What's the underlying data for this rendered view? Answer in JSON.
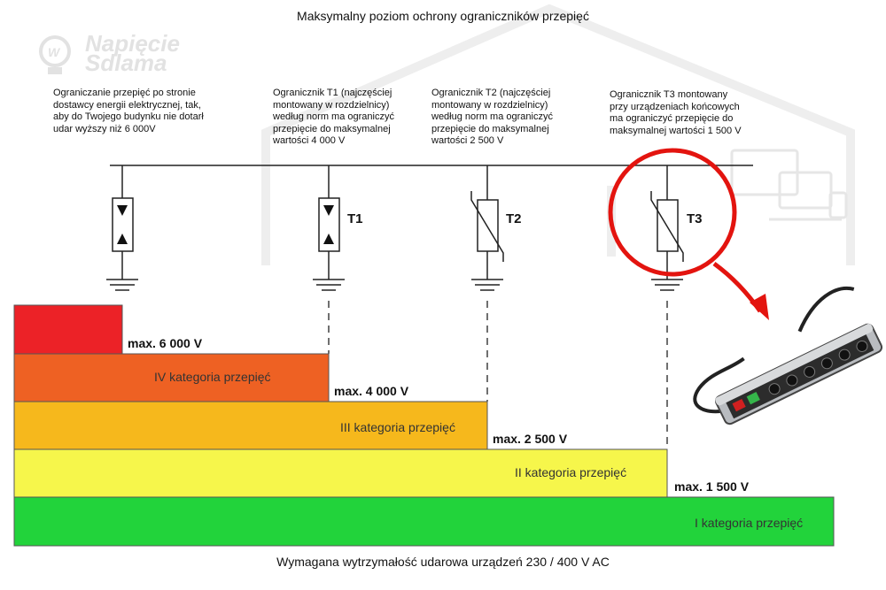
{
  "title": "Maksymalny poziom ochrony ograniczników przepięć",
  "footer": "Wymagana wytrzymałość udarowa urządzeń 230 / 400 V AC",
  "watermark": {
    "line1": "Napięcie",
    "line2": "Sdlama"
  },
  "notes": {
    "supplier": [
      "Ograniczanie przepięć po stronie",
      "dostawcy energii elektrycznej, tak,",
      "aby do Twojego budynku nie dotarł",
      "udar wyższy niż 6 000V"
    ],
    "t1": [
      "Ogranicznik T1 (najczęściej",
      "montowany w rozdzielnicy)",
      "według norm ma ograniczyć",
      "przepięcie do maksymalnej",
      "wartości 4 000 V"
    ],
    "t2": [
      "Ogranicznik T2 (najczęściej",
      "montowany w rozdzielnicy)",
      "według norm ma ograniczyć",
      "przepięcie do maksymalnej",
      "wartości 2 500 V"
    ],
    "t3": [
      "Ogranicznik T3 montowany",
      "przy urządzeniach końcowych",
      "ma ograniczyć przepięcie do",
      "maksymalnej wartości 1 500 V"
    ]
  },
  "devices": {
    "t1": "T1",
    "t2": "T2",
    "t3": "T3"
  },
  "levels": {
    "max6000": "max. 6 000 V",
    "max4000": "max. 4 000 V",
    "max2500": "max. 2 500 V",
    "max1500": "max. 1 500 V"
  },
  "categories": {
    "iv": "IV kategoria przepięć",
    "iii": "III kategoria przepięć",
    "ii": "II kategoria przepięć",
    "i": "I kategoria przepięć"
  },
  "colors": {
    "red": "#ec2227",
    "iv": "#ee6123",
    "iii": "#f6b81c",
    "ii": "#f6f64b",
    "i": "#22d33b",
    "highlight": "#e3140f"
  }
}
